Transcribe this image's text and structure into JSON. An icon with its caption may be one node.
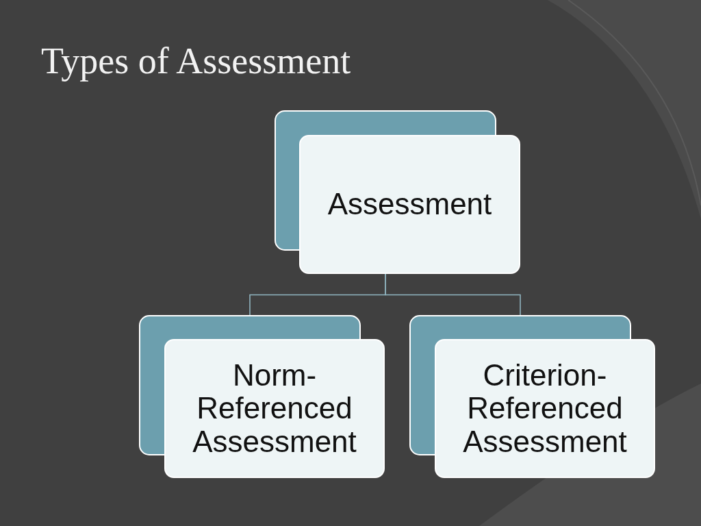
{
  "diagram": {
    "title": "Types of Assessment",
    "nodes": [
      {
        "text": [
          "Assessment"
        ]
      },
      {
        "text": [
          "Norm-Referenced Assessment"
        ]
      },
      {
        "text": [
          "Criterion-Referenced Assessment"
        ]
      }
    ],
    "edges": [
      {
        "from": 0,
        "to": 1,
        "arrow": "none"
      },
      {
        "from": 0,
        "to": 2,
        "arrow": "none"
      }
    ]
  }
}
